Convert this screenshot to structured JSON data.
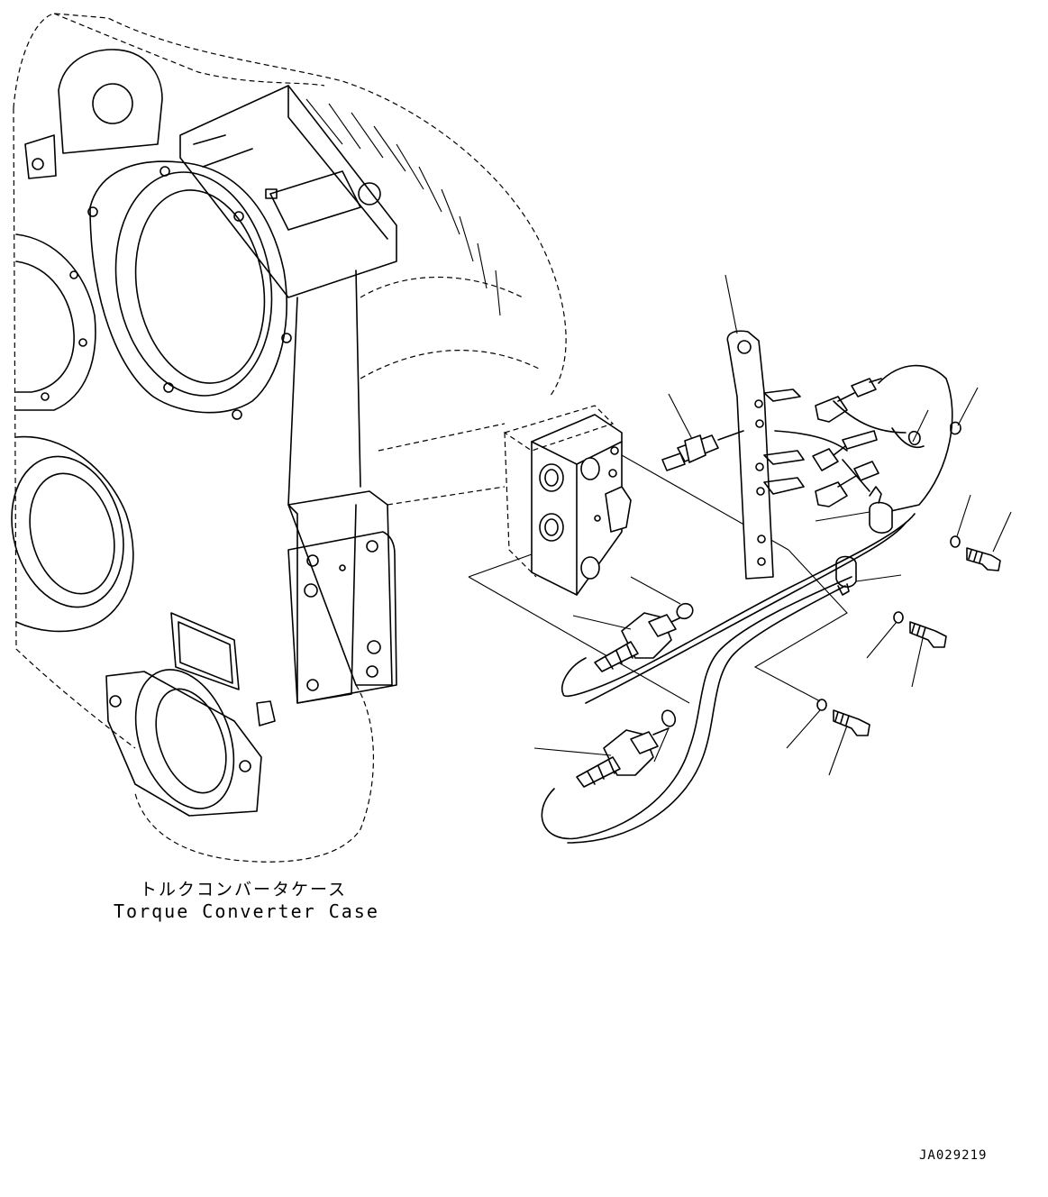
{
  "case_label": {
    "japanese": "トルクコンバータケース",
    "english": "Torque Converter Case"
  },
  "drawing_code": "JA029219"
}
